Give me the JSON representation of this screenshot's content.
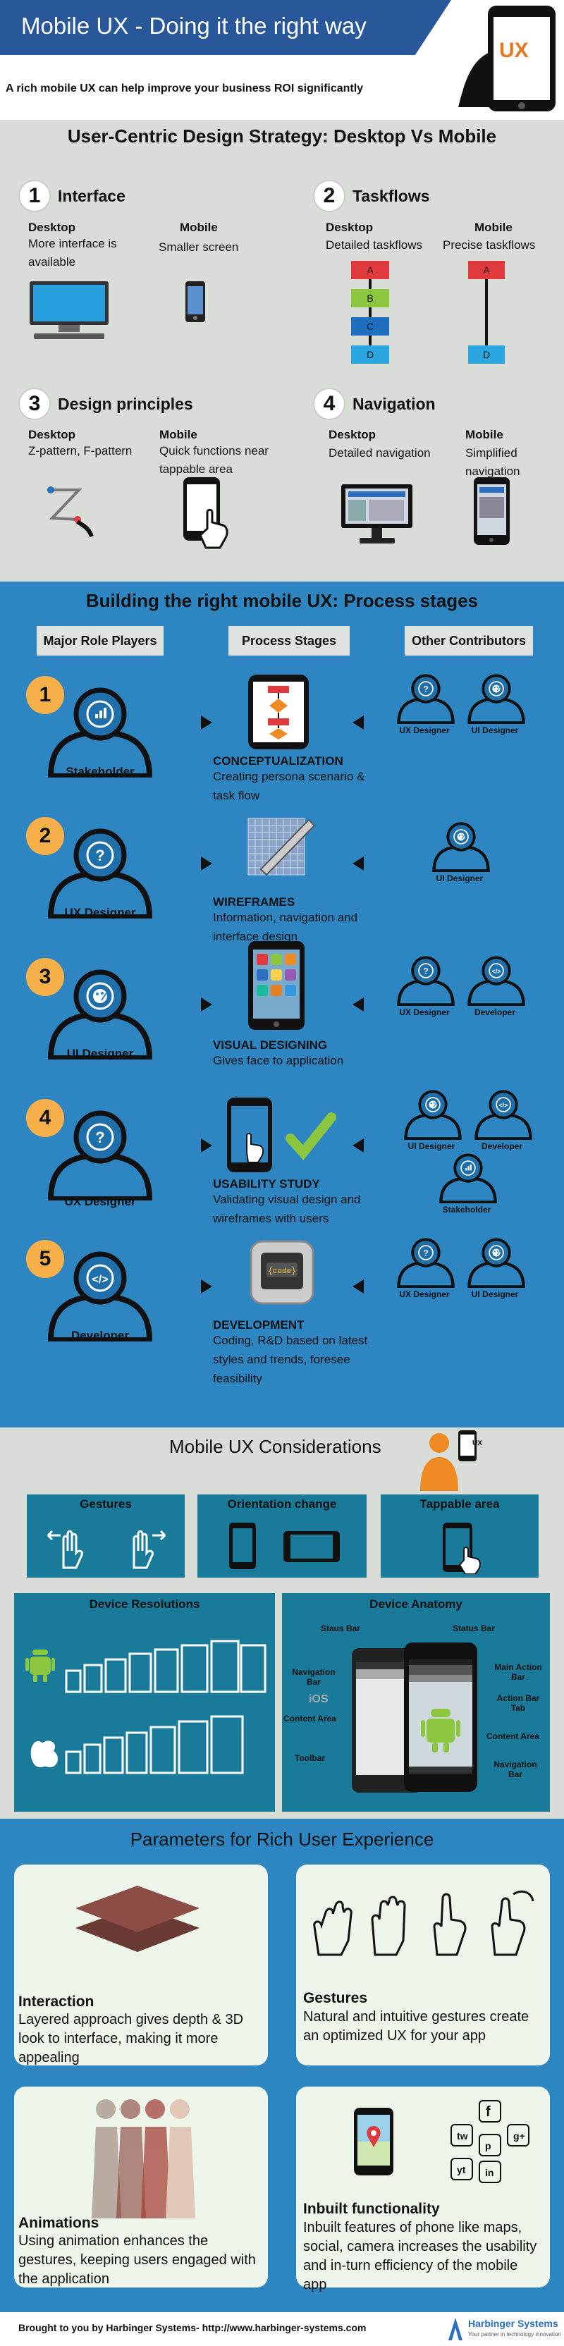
{
  "header": {
    "title": "Mobile UX - Doing it the right way",
    "subtitle": "A rich mobile UX can help improve your business ROI significantly",
    "ux_badge": "UX"
  },
  "strategy": {
    "title": "User-Centric Design Strategy: Desktop Vs Mobile",
    "interface": {
      "num": "1",
      "title": "Interface",
      "desktop_label": "Desktop",
      "desktop_text": "More interface is available",
      "mobile_label": "Mobile",
      "mobile_text": "Smaller screen"
    },
    "taskflows": {
      "num": "2",
      "title": "Taskflows",
      "desktop_label": "Desktop",
      "desktop_text": "Detailed taskflows",
      "mobile_label": "Mobile",
      "mobile_text": "Precise taskflows",
      "desktop_steps": [
        "A",
        "B",
        "C",
        "D"
      ],
      "mobile_steps": [
        "A",
        "D"
      ]
    },
    "design": {
      "num": "3",
      "title": "Design principles",
      "desktop_label": "Desktop",
      "desktop_text": "Z-pattern, F-pattern",
      "mobile_label": "Mobile",
      "mobile_text": "Quick functions near tappable area"
    },
    "navigation": {
      "num": "4",
      "title": "Navigation",
      "desktop_label": "Desktop",
      "desktop_text": "Detailed navigation",
      "mobile_label": "Mobile",
      "mobile_text": "Simplified navigation"
    }
  },
  "process": {
    "title": "Building the right mobile UX: Process stages",
    "col_roles": "Major Role Players",
    "col_stages": "Process Stages",
    "col_contrib": "Other Contributors",
    "stages": [
      {
        "num": "1",
        "role": "Stakeholder",
        "title": "CONCEPTUALIZATION",
        "desc": "Creating persona scenario & task flow",
        "contributors": [
          "UX Designer",
          "UI Designer"
        ]
      },
      {
        "num": "2",
        "role": "UX Designer",
        "title": "WIREFRAMES",
        "desc": "Information, navigation and interface design",
        "contributors": [
          "UI Designer"
        ]
      },
      {
        "num": "3",
        "role": "UI Designer",
        "title": "VISUAL DESIGNING",
        "desc": "Gives face to application",
        "contributors": [
          "UX Designer",
          "Developer"
        ]
      },
      {
        "num": "4",
        "role": "UX Designer",
        "title": "USABILITY STUDY",
        "desc": "Validating visual design and wireframes with users",
        "contributors": [
          "UI Designer",
          "Developer",
          "Stakeholder"
        ]
      },
      {
        "num": "5",
        "role": "Developer",
        "title": "DEVELOPMENT",
        "desc": "Coding, R&D based on latest styles and trends, foresee feasibility",
        "contributors": [
          "UX Designer",
          "UI Designer"
        ]
      }
    ]
  },
  "considerations": {
    "title": "Mobile UX Considerations",
    "gestures": "Gestures",
    "orientation": "Orientation change",
    "tappable": "Tappable area",
    "resolutions": "Device Resolutions",
    "anatomy": "Device Anatomy",
    "anatomy_labels": [
      "Staus Bar",
      "Status Bar",
      "Navigation Bar",
      "Main Action Bar",
      "Action Bar Tab",
      "Content Area",
      "Content Area",
      "Toolbar",
      "Navigation Bar"
    ],
    "ios_label": "iOS"
  },
  "parameters": {
    "title": "Parameters for Rich User Experience",
    "cards": [
      {
        "title": "Interaction",
        "desc": "Layered approach gives depth & 3D look to interface, making it more appealing"
      },
      {
        "title": "Gestures",
        "desc": "Natural and intuitive gestures create an optimized UX for your app"
      },
      {
        "title": "Animations",
        "desc": "Using animation enhances the gestures, keeping users engaged with the application"
      },
      {
        "title": "Inbuilt functionality",
        "desc": "Inbuilt features of phone like maps, social, camera increases the usability and in-turn efficiency of the mobile app"
      }
    ]
  },
  "footer": {
    "text": "Brought to you by Harbinger Systems- http://www.harbinger-systems.com",
    "logo_name": "Harbinger Systems",
    "logo_tagline": "Your partner in technology innovation"
  }
}
